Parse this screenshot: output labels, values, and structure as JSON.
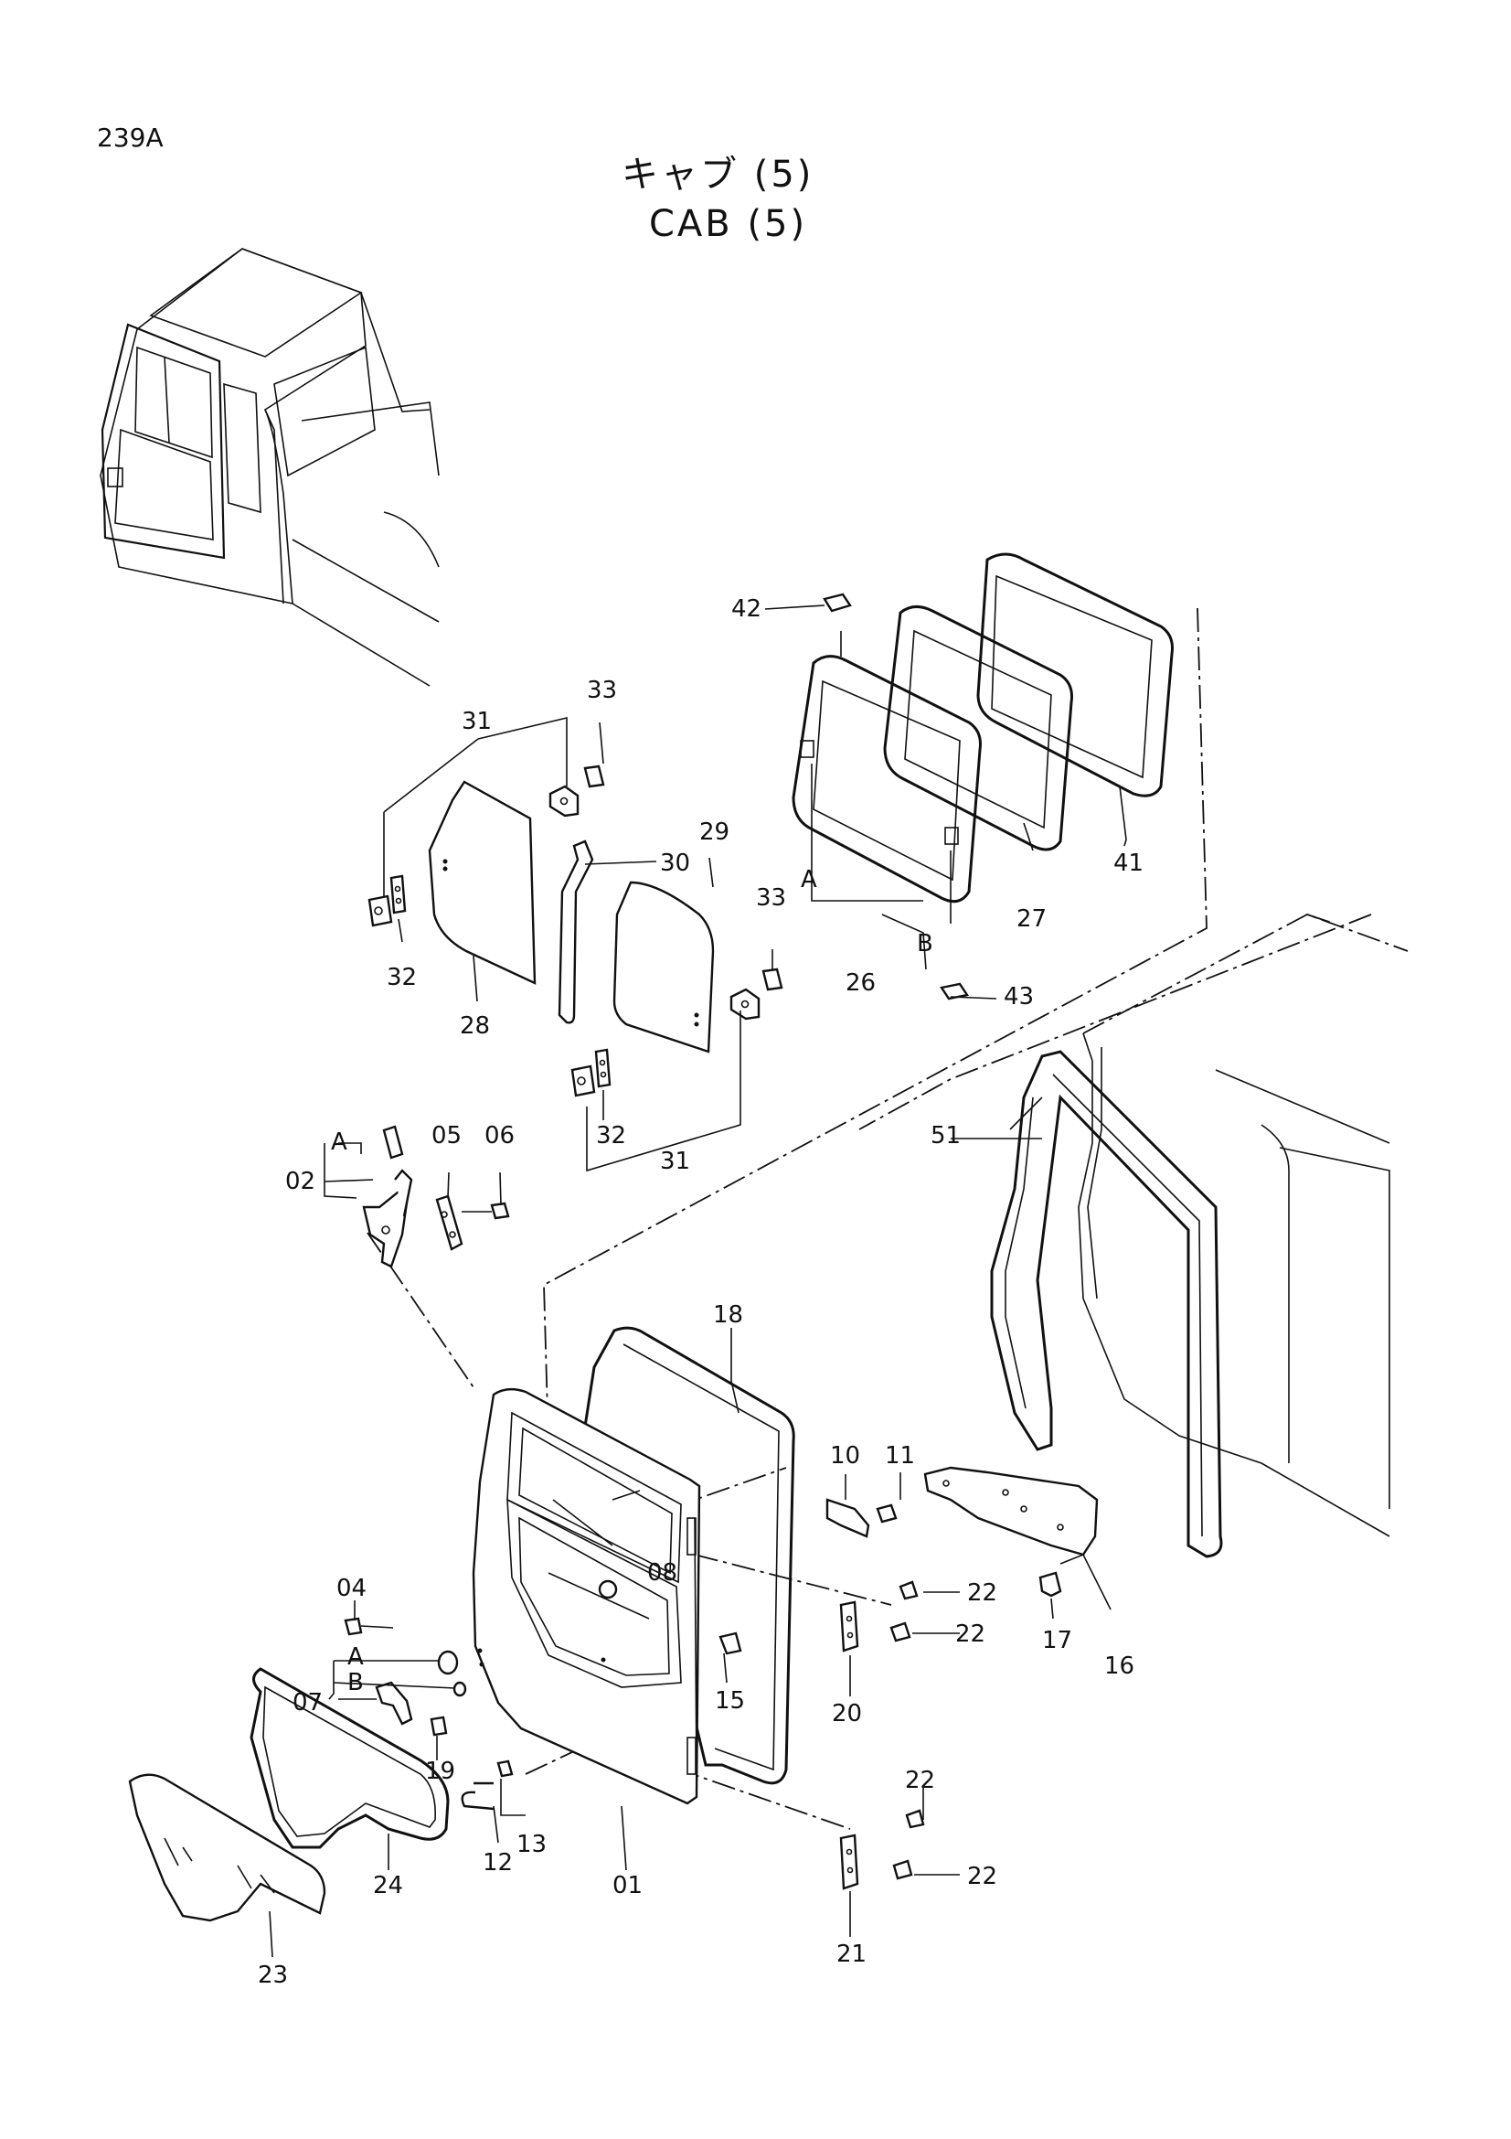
{
  "page": {
    "code": "239A",
    "title_ja": "キャブ (5)",
    "title_en": "CAB (5)"
  },
  "labels": {
    "p01": "01",
    "p02": "02",
    "p04": "04",
    "p05": "05",
    "p06": "06",
    "p07": "07",
    "p08": "08",
    "p10": "10",
    "p11": "11",
    "p12": "12",
    "p13": "13",
    "p15": "15",
    "p16": "16",
    "p17": "17",
    "p18": "18",
    "p19": "19",
    "p20": "20",
    "p21": "21",
    "p22a": "22",
    "p22b": "22",
    "p22c": "22",
    "p22d": "22",
    "p23": "23",
    "p24": "24",
    "p26": "26",
    "p27": "27",
    "p28": "28",
    "p29": "29",
    "p30": "30",
    "p31a": "31",
    "p31b": "31",
    "p32a": "32",
    "p32b": "32",
    "p33a": "33",
    "p33b": "33",
    "p41": "41",
    "p42": "42",
    "p43": "43",
    "p51": "51",
    "refA1": "A",
    "refB1": "B",
    "refA2": "A",
    "refA3": "A",
    "refB3": "B"
  }
}
